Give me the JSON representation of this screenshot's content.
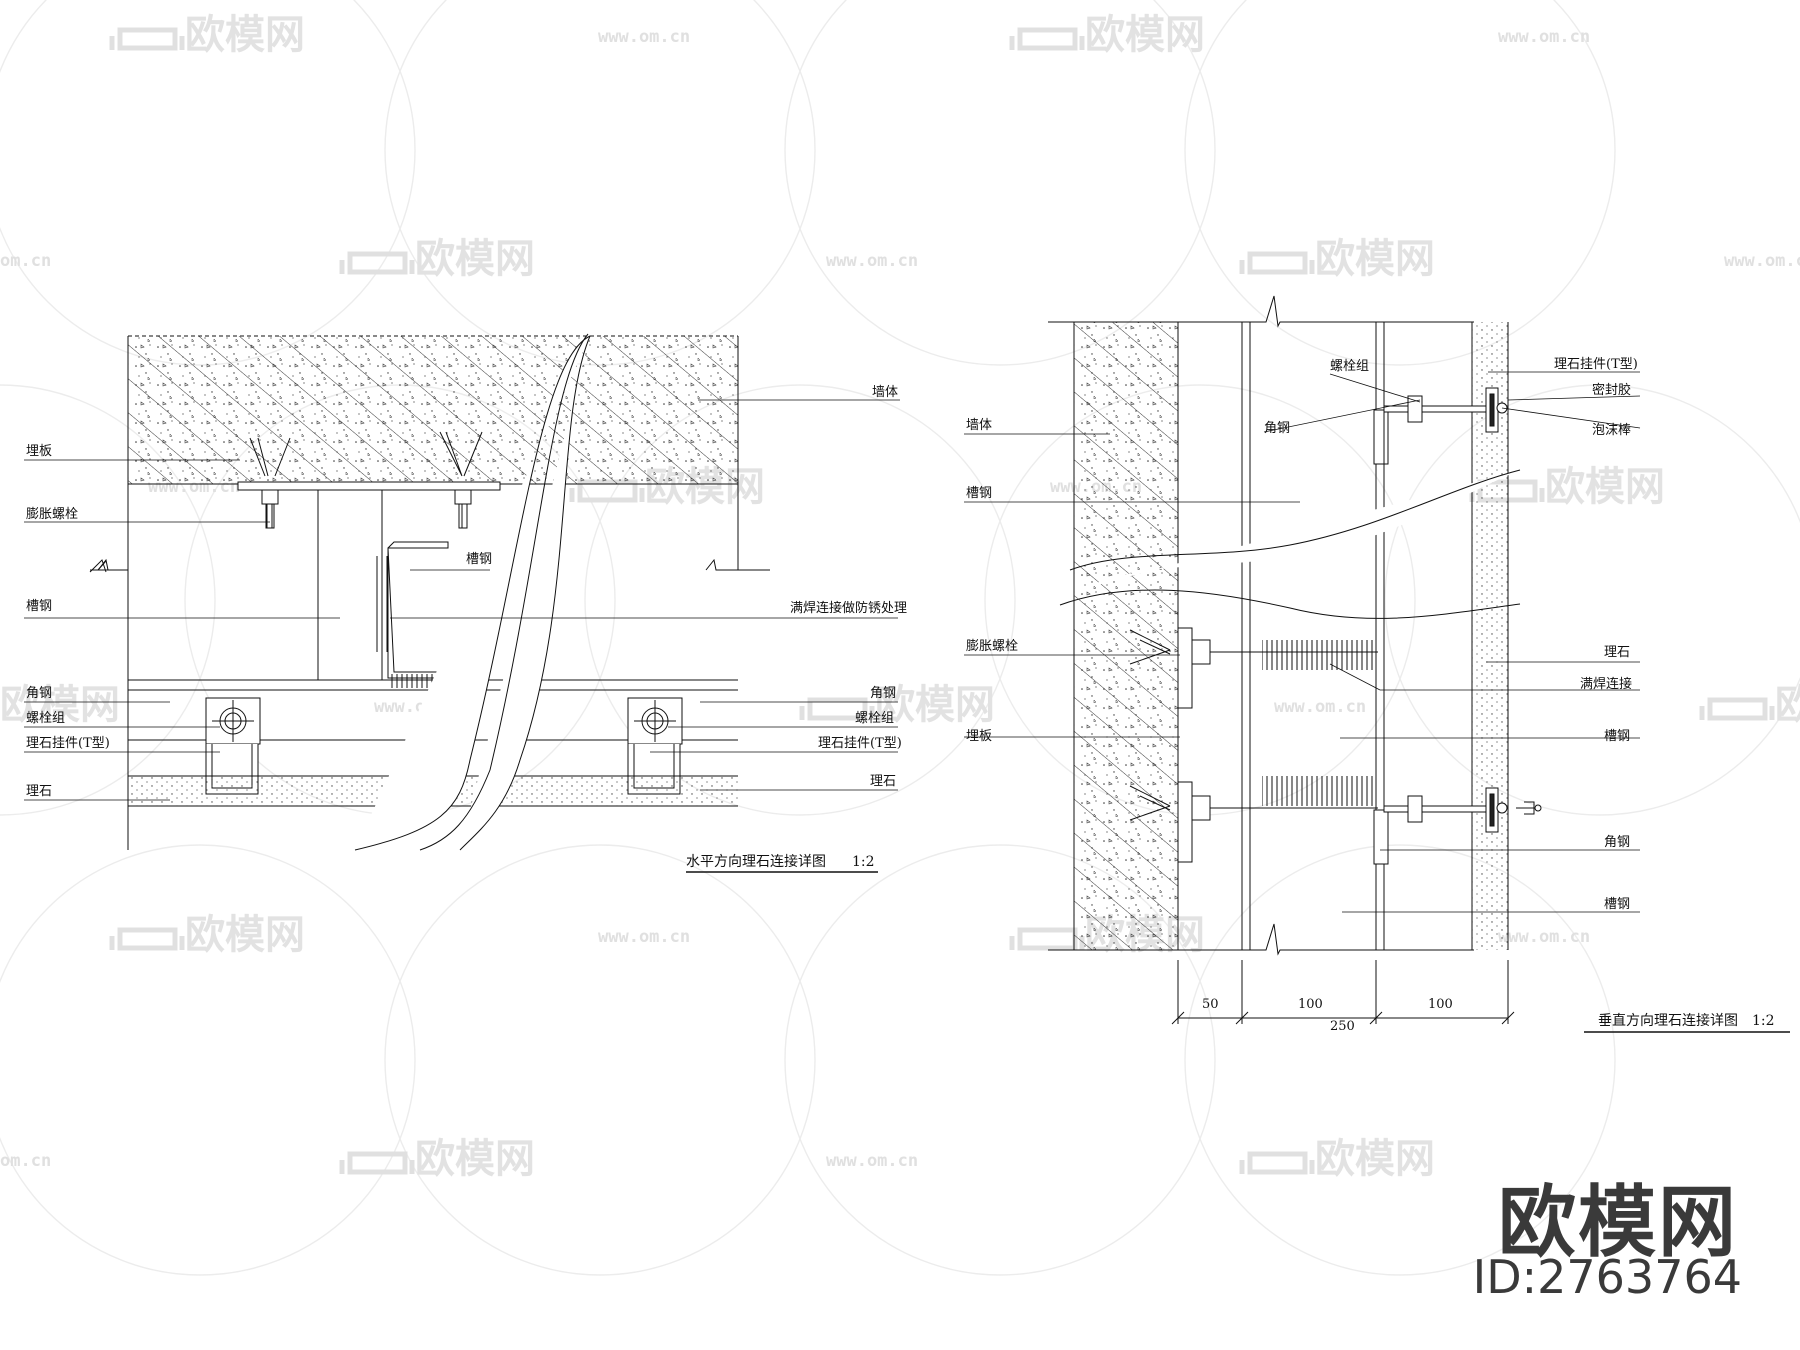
{
  "watermark": {
    "logo_text": "欧模网",
    "url_text": "www.om.cn",
    "url_short": "om.cn"
  },
  "brand": {
    "name": "欧模网",
    "id": "ID:2763764"
  },
  "left_detail": {
    "title": "水平方向理石连接详图",
    "scale": "1:2",
    "labels": {
      "wall": "墙体",
      "embed_plate": "埋板",
      "expansion_bolt": "膨胀螺栓",
      "channel_left": "槽钢",
      "channel_center": "槽钢",
      "weld_note": "满焊连接做防锈处理",
      "angle_left": "角钢",
      "bolt_group_left": "螺栓组",
      "hanger_left": "理石挂件(T型)",
      "marble_left": "理石",
      "angle_right": "角钢",
      "bolt_group_right": "螺栓组",
      "hanger_right": "理石挂件(T型)",
      "marble_right": "理石"
    }
  },
  "right_detail": {
    "title": "垂直方向理石连接详图",
    "scale": "1:2",
    "labels": {
      "wall": "墙体",
      "channel": "槽钢",
      "bolt_group": "螺栓组",
      "angle_top": "角钢",
      "hanger": "理石挂件(T型)",
      "sealant": "密封胶",
      "foam_rod": "泡沫棒",
      "expansion_bolt": "膨胀螺栓",
      "embed_plate": "埋板",
      "marble": "理石",
      "full_weld": "满焊连接",
      "channel_mid": "槽钢",
      "angle_bottom": "角钢",
      "channel_bottom": "槽钢"
    },
    "dimensions": {
      "d1": "50",
      "d2": "100",
      "d3": "100",
      "total": "250"
    }
  }
}
